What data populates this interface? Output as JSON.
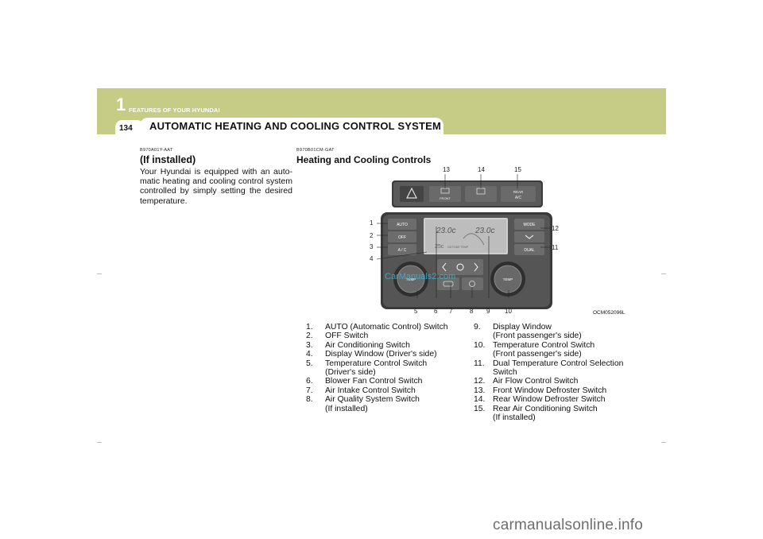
{
  "header": {
    "chapter_number": "1",
    "chapter_title": "FEATURES OF YOUR HYUNDAI",
    "page_number": "134",
    "section_title": "AUTOMATIC HEATING AND COOLING CONTROL SYSTEM"
  },
  "left_column": {
    "code": "B970A01Y-AAT",
    "heading": "(If installed)",
    "body": "Your Hyundai is equipped with an auto-matic heating and cooling control system controlled by simply setting the desired temperature."
  },
  "right_column": {
    "code": "B970B01CM-GAT",
    "heading": "Heating and Cooling Controls",
    "figure_code": "OCM052096L",
    "watermark": "CarManuals2.com",
    "figure": {
      "buttons": {
        "auto": "AUTO",
        "off": "OFF",
        "ac": "A / C",
        "mode": "MODE",
        "dual": "DUAL",
        "temp": "TEMP",
        "front": "FRONT",
        "rear": "REAR",
        "rear_ac": "A/C"
      },
      "display": {
        "left_temp": "23.0c",
        "right_temp": "23.0c",
        "outside_temp": "25c",
        "outside_label": "OUTSIDE TEMP"
      },
      "callouts": [
        "1",
        "2",
        "3",
        "4",
        "5",
        "6",
        "7",
        "8",
        "9",
        "10",
        "11",
        "12",
        "13",
        "14",
        "15"
      ]
    },
    "list_a": [
      {
        "num": "1.",
        "text": "AUTO (Automatic Control) Switch"
      },
      {
        "num": "2.",
        "text": "OFF Switch"
      },
      {
        "num": "3.",
        "text": "Air Conditioning Switch"
      },
      {
        "num": "4.",
        "text": "Display Window (Driver's side)"
      },
      {
        "num": "5.",
        "text": "Temperature Control Switch",
        "text2": "(Driver's side)"
      },
      {
        "num": "6.",
        "text": "Blower Fan Control Switch"
      },
      {
        "num": "7.",
        "text": "Air Intake Control Switch"
      },
      {
        "num": "8.",
        "text": "Air Quality System Switch",
        "text2": "(If installed)"
      }
    ],
    "list_b": [
      {
        "num": "9.",
        "text": "Display Window",
        "text2": "(Front passenger's side)"
      },
      {
        "num": "10.",
        "text": "Temperature Control Switch",
        "text2": "(Front passenger's side)"
      },
      {
        "num": "11.",
        "text": "Dual Temperature Control Selection",
        "text2": "Switch"
      },
      {
        "num": "12.",
        "text": "Air Flow Control Switch"
      },
      {
        "num": "13.",
        "text": "Front Window Defroster Switch"
      },
      {
        "num": "14.",
        "text": "Rear Window Defroster Switch"
      },
      {
        "num": "15.",
        "text": "Rear Air Conditioning Switch",
        "text2": "(If installed)"
      }
    ]
  },
  "footer": {
    "watermark": "carmanualsonline.info"
  }
}
